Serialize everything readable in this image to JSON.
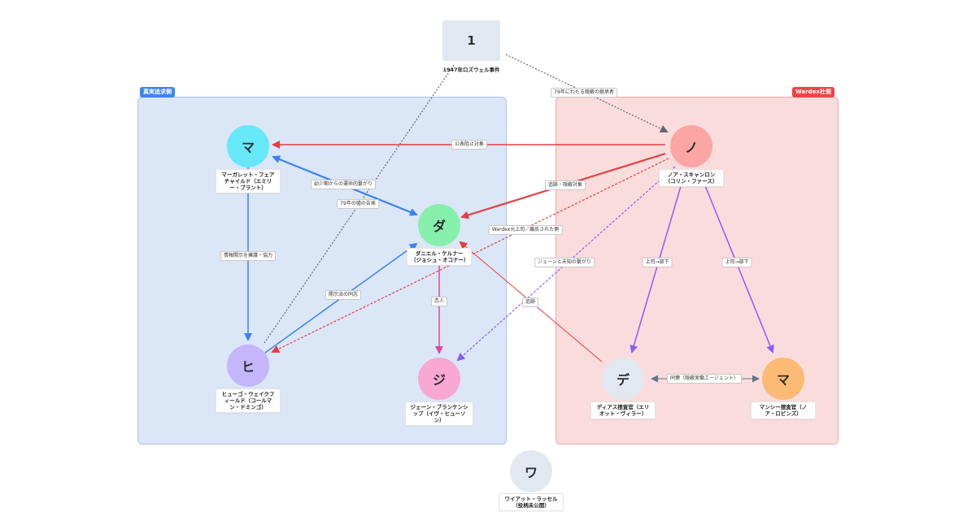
{
  "groups": {
    "truth": {
      "label": "真実追求側",
      "color": "#3b82f6"
    },
    "wardex": {
      "label": "Wardex社側",
      "color": "#ef4444"
    }
  },
  "nodes": {
    "event": {
      "glyph": "1",
      "label": "1947年ロズウェル事件"
    },
    "margaret": {
      "glyph": "マ",
      "label": "マーガレット・フェアチャイルド（エミリー・ブラント）",
      "color": "#67e8f9"
    },
    "daniel": {
      "glyph": "ダ",
      "label": "ダニエル・ケルナー（ジョシュ・オコナー）",
      "color": "#86efac"
    },
    "hugo": {
      "glyph": "ヒ",
      "label": "ヒューゴ・ウェイクフィールド（コールマン・ドミンゴ）",
      "color": "#c4b5fd"
    },
    "jane": {
      "glyph": "ジ",
      "label": "ジェーン・ブランケンシップ（イヴ・ヒューソン）",
      "color": "#f9a8d4"
    },
    "noah": {
      "glyph": "ノ",
      "label": "ノア・スキャンロン（コリン・ファース）",
      "color": "#fca5a5"
    },
    "diaz": {
      "glyph": "デ",
      "label": "ディアス捜査官（エリオット・ヴィラー）",
      "color": "#e2e8f0"
    },
    "mansi": {
      "glyph": "マ",
      "label": "マンシー捜査官（ノア・ロビンズ）",
      "color": "#fdba74"
    },
    "wyatt": {
      "glyph": "ワ",
      "label": "ワイアット・ラッセル（役柄未公開）",
      "color": "#e2e8f0"
    }
  },
  "edges": {
    "e1": "79年にわたる隠蔽の継承者",
    "e2": "公表阻止対象",
    "e3": "追跡・隠蔽対象",
    "e4": "Wardex元上司／離反された側",
    "e5": "ジェーンと未知の繋がり",
    "e6": "上司→部下",
    "e7": "上司→部下",
    "e8": "同僚（隠蔽実働エージェント）",
    "e9": "追跡",
    "e10": "幼少期からの運命的繋がり",
    "e11": "79年の嘘の告発",
    "e12": "情報開示を擁護・協力",
    "e13": "開示派の同志",
    "e14": "恋人"
  }
}
